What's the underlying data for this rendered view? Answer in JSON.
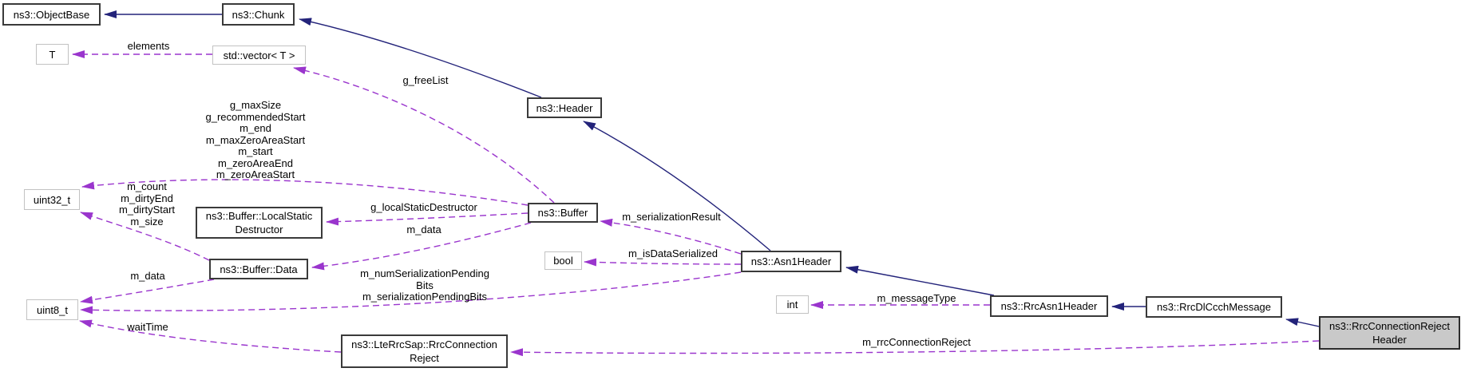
{
  "diagram": {
    "kind": "collaboration-graph",
    "nodes": {
      "objectbase": {
        "label": "ns3::ObjectBase"
      },
      "chunk": {
        "label": "ns3::Chunk"
      },
      "t": {
        "label": "T"
      },
      "vector": {
        "label": "std::vector< T >"
      },
      "header": {
        "label": "ns3::Header"
      },
      "uint32": {
        "label": "uint32_t"
      },
      "lsd": {
        "label": "ns3::Buffer::LocalStatic\nDestructor"
      },
      "buffer": {
        "label": "ns3::Buffer"
      },
      "bufferdata": {
        "label": "ns3::Buffer::Data"
      },
      "bool": {
        "label": "bool"
      },
      "asn1": {
        "label": "ns3::Asn1Header"
      },
      "uint8": {
        "label": "uint8_t"
      },
      "int": {
        "label": "int"
      },
      "rrcasn1": {
        "label": "ns3::RrcAsn1Header"
      },
      "dlccch": {
        "label": "ns3::RrcDlCcchMessage"
      },
      "ltesap": {
        "label": "ns3::LteRrcSap::RrcConnection\nReject"
      },
      "target": {
        "label": "ns3::RrcConnectionReject\nHeader"
      }
    },
    "edge_labels": {
      "elements": "elements",
      "g_free_list": "g_freeList",
      "buffer_to_uint32": "g_maxSize\ng_recommendedStart\nm_end\nm_maxZeroAreaStart\nm_start\nm_zeroAreaEnd\nm_zeroAreaStart",
      "data_to_uint32": "m_count\nm_dirtyEnd\nm_dirtyStart\nm_size",
      "g_local_static_destructor": "g_localStaticDestructor",
      "buffer_m_data": "m_data",
      "m_serialization_result": "m_serializationResult",
      "m_is_data_serialized": "m_isDataSerialized",
      "pending_bits": "m_numSerializationPending\nBits\nm_serializationPendingBits",
      "data_m_data": "m_data",
      "wait_time": "waitTime",
      "m_message_type": "m_messageType",
      "m_rrc_connection_reject": "m_rrcConnectionReject"
    },
    "colors": {
      "inheritance_edge": "#23237a",
      "usage_edge": "#9a35cd",
      "documented_border": "#3a3a3a",
      "undocumented_border": "#c2c2c2",
      "current_node_fill": "#c9c9c9",
      "background": "#ffffff",
      "text": "#000000"
    }
  }
}
